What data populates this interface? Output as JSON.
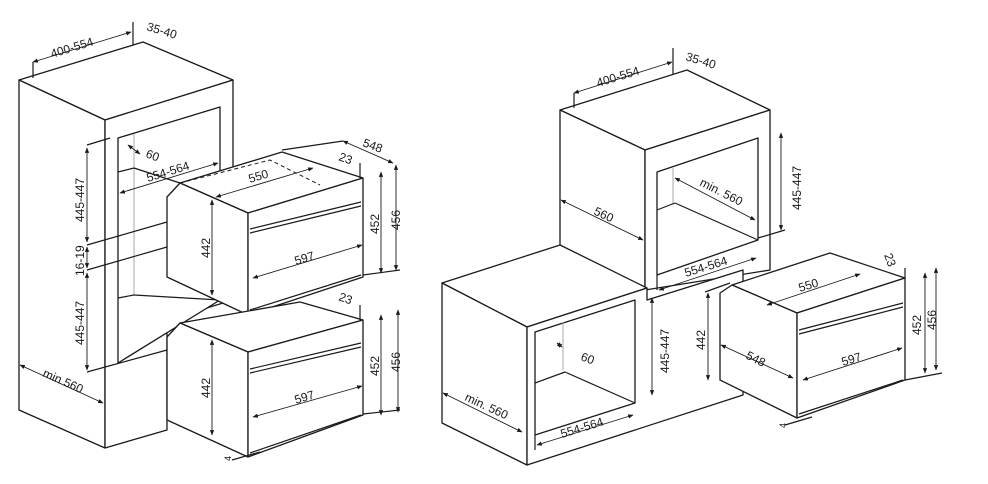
{
  "left_view": {
    "cabinet_depth": "400-554",
    "rear_gap": "35-40",
    "niche_height_upper": "445-447",
    "shelf_gap": "16-19",
    "niche_height_lower": "445-447",
    "cabinet_width": "min 560",
    "vent_depth": "60",
    "niche_width": "554-564",
    "oven_depth": "550",
    "oven_total_depth": "548",
    "panel_offset_upper": "23",
    "panel_offset_lower": "23",
    "oven_body_height_upper": "442",
    "oven_body_height_lower": "442",
    "front_height_upper": "452",
    "front_total_height_upper": "456",
    "front_height_lower": "452",
    "front_total_height_lower": "456",
    "front_width_upper": "597",
    "front_width_lower": "597",
    "bottom_gap": "4"
  },
  "right_view": {
    "cabinet_depth": "400-554",
    "rear_gap": "35-40",
    "column_depth": "560",
    "niche_depth_upper": "min. 560",
    "niche_height_upper": "445-447",
    "niche_width_upper": "554-564",
    "niche_height_lower": "445-447",
    "vent_depth": "60",
    "cabinet_width_lower": "min. 560",
    "niche_width_lower": "554-564",
    "oven_depth": "550",
    "panel_offset": "23",
    "oven_body_height": "442",
    "oven_side_depth": "548",
    "front_width": "597",
    "front_height": "452",
    "front_total_height": "456",
    "bottom_gap": "4"
  }
}
